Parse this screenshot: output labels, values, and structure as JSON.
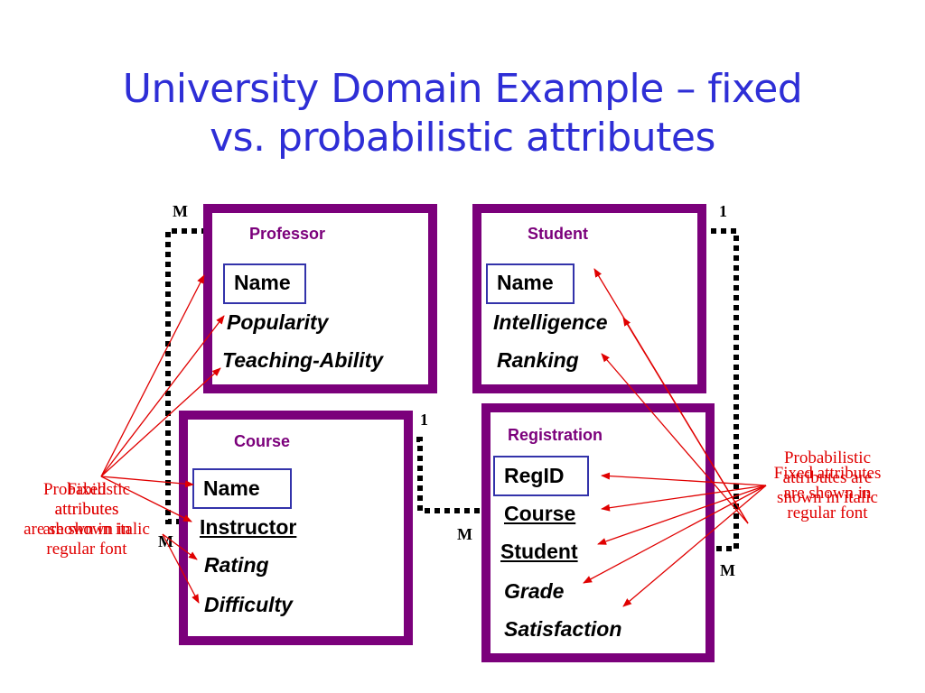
{
  "title": {
    "line1": "University Domain Example – fixed",
    "line2": "vs. probabilistic attributes"
  },
  "entities": {
    "professor": {
      "title": "Professor",
      "attributes": [
        "Name",
        "Popularity",
        "Teaching-Ability"
      ]
    },
    "student": {
      "title": "Student",
      "attributes": [
        "Name",
        "Intelligence",
        "Ranking"
      ]
    },
    "course": {
      "title": "Course",
      "attributes": [
        "Name",
        "Instructor",
        "Rating",
        "Difficulty"
      ]
    },
    "registration": {
      "title": "Registration",
      "attributes": [
        "RegID",
        "Course",
        "Student",
        "Grade",
        "Satisfaction"
      ]
    }
  },
  "multiplicities": {
    "prof_m": "M",
    "student_1": "1",
    "course_1": "1",
    "course_m": "M",
    "reg_m_left": "M",
    "reg_m_right": "M"
  },
  "notes": {
    "left_fixed": [
      "Fixed",
      "attributes",
      "are shown in",
      "regular font"
    ],
    "left_prob": [
      "Probabilistic",
      "attributes",
      "are shown in italic",
      ""
    ],
    "right_prob": [
      "Probabilistic",
      "attributes are",
      "shown in italic"
    ],
    "right_fixed": [
      "Fixed attributes",
      "are shown in",
      "regular font"
    ]
  },
  "colors": {
    "title": "#2e2ed6",
    "entity_border": "#7b007b",
    "entity_title": "#7b007b",
    "key_box": "#3333aa",
    "arrow": "#e00000",
    "relationship": "#000000"
  }
}
